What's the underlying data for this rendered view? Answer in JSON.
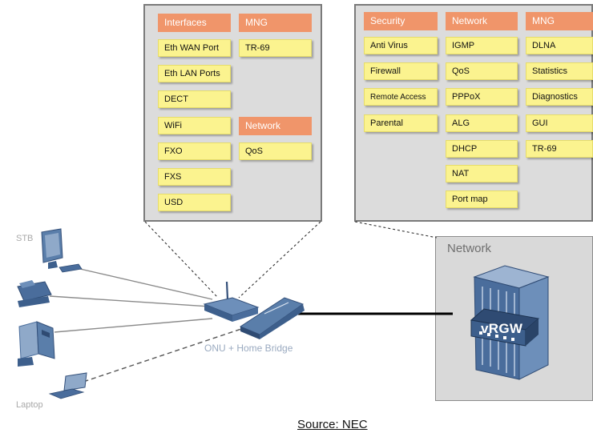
{
  "left_panel": {
    "interfaces_header": "Interfaces",
    "interfaces": [
      "Eth WAN Port",
      "Eth LAN Ports",
      "DECT",
      "WiFi",
      "FXO",
      "FXS",
      "USD"
    ],
    "mng_header": "MNG",
    "mng_items": [
      "TR-69"
    ],
    "network_header": "Network",
    "network_items": [
      "QoS"
    ]
  },
  "right_panel": {
    "security_header": "Security",
    "security_items": [
      "Anti Virus",
      "Firewall",
      "Remote Access",
      "Parental"
    ],
    "network_header": "Network",
    "network_items": [
      "IGMP",
      "QoS",
      "PPPoX",
      "ALG",
      "DHCP",
      "NAT",
      "Port map"
    ],
    "mng_header": "MNG",
    "mng_items": [
      "DLNA",
      "Statistics",
      "Diagnostics",
      "GUI",
      "TR-69"
    ]
  },
  "devices": {
    "stb_label": "STB",
    "laptop_label": "Laptop",
    "onu_label": "ONU + Home Bridge"
  },
  "network": {
    "label": "Network",
    "vrgw_label": "vRGW"
  },
  "source": "Source: NEC",
  "colors": {
    "header_orange": "#f0956a",
    "chip_yellow": "#fbf38f",
    "panel_gray": "#dcdcdc",
    "device_blue": "#4a6d9c"
  }
}
